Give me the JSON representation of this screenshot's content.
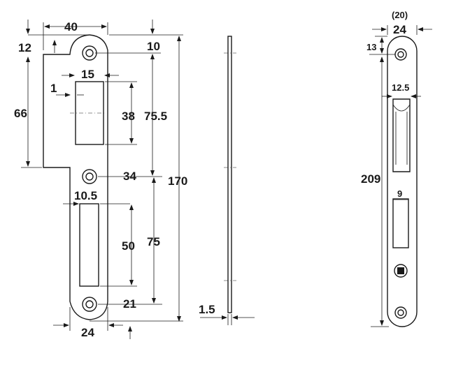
{
  "front_view": {
    "width_top": "40",
    "offset_top": "12",
    "top_gap": "10",
    "window_width": "15",
    "window_offset": "1",
    "step_height": "66",
    "window_height": "38",
    "hole_spacing_upper": "75.5",
    "middle_hole": "34",
    "total_height": "170",
    "lower_window_offset": "10.5",
    "lower_window_height": "50",
    "hole_spacing_lower": "75",
    "bottom_hole": "21",
    "width_bottom": "24"
  },
  "side_view": {
    "thickness": "1.5"
  },
  "right_view": {
    "width_alt": "(20)",
    "width": "24",
    "top_hole": "13",
    "window_width": "12.5",
    "total_height": "209",
    "lower_window_width": "9"
  }
}
